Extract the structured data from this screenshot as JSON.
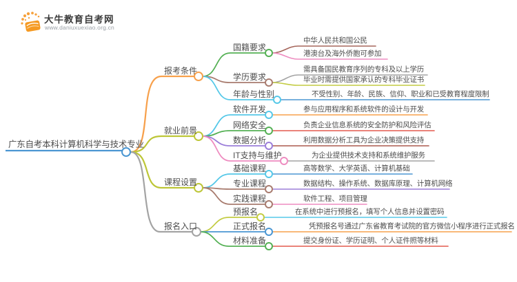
{
  "logo": {
    "title": "大牛教育自考网",
    "url": "www.daniuxuexiao.org.cn",
    "icon": "book-sunburst-icon"
  },
  "root": {
    "label": "广东自考本科计算机科学与技术专业"
  },
  "branches": [
    {
      "label": "报考条件",
      "children": [
        {
          "label": "国籍要求",
          "leaves": [
            "中华人民共和国公民",
            "港澳台及海外侨胞可参加"
          ]
        },
        {
          "label": "学历要求",
          "leaves": [
            "需具备国民教育序列的专科及以上学历",
            "毕业时需提供国家承认的专科毕业证书"
          ]
        },
        {
          "label": "年龄与性别",
          "leaves": [
            "不受性别、年龄、民族、信仰、职业和已受教育程度限制"
          ]
        }
      ]
    },
    {
      "label": "就业前景",
      "children": [
        {
          "label": "软件开发",
          "leaves": [
            "参与应用程序和系统软件的设计与开发"
          ]
        },
        {
          "label": "网络安全",
          "leaves": [
            "负责企业信息系统的安全防护和风险评估"
          ]
        },
        {
          "label": "数据分析",
          "leaves": [
            "利用数据分析工具为企业决策提供支持"
          ]
        },
        {
          "label": "IT支持与维护",
          "leaves": [
            "为企业提供技术支持和系统维护服务"
          ]
        }
      ]
    },
    {
      "label": "课程设置",
      "children": [
        {
          "label": "基础课程",
          "leaves": [
            "高等数学、大学英语、计算机基础"
          ]
        },
        {
          "label": "专业课程",
          "leaves": [
            "数据结构、操作系统、数据库原理、计算机网络"
          ]
        },
        {
          "label": "实践课程",
          "leaves": [
            "软件工程、项目管理"
          ]
        }
      ]
    },
    {
      "label": "报名入口",
      "children": [
        {
          "label": "预报名",
          "leaves": [
            "在系统中进行预报名，填写个人信息并设置密码"
          ]
        },
        {
          "label": "正式报名",
          "leaves": [
            "凭预报名号通过广东省教育考试院的官方微信小程序进行正式报名"
          ]
        },
        {
          "label": "材料准备",
          "leaves": [
            "提交身份证、学历证明、个人证件照等材料"
          ]
        }
      ]
    }
  ],
  "palette": {
    "root_blue": "#4a96d2",
    "orange": "#f7a04b",
    "olive": "#bdc637",
    "yellow_green": "#c3cc42",
    "gray": "#a3a3a3",
    "green": "#54b054",
    "cyan": "#55c8e8",
    "brown": "#a87b6e",
    "brick": "#ab584d",
    "pink": "#ee8cc0",
    "red": "#e4584d",
    "purple": "#9b7ed9",
    "blue": "#4a96d2",
    "logo_orange": "#f59a23",
    "text": "#4d4d4d"
  }
}
